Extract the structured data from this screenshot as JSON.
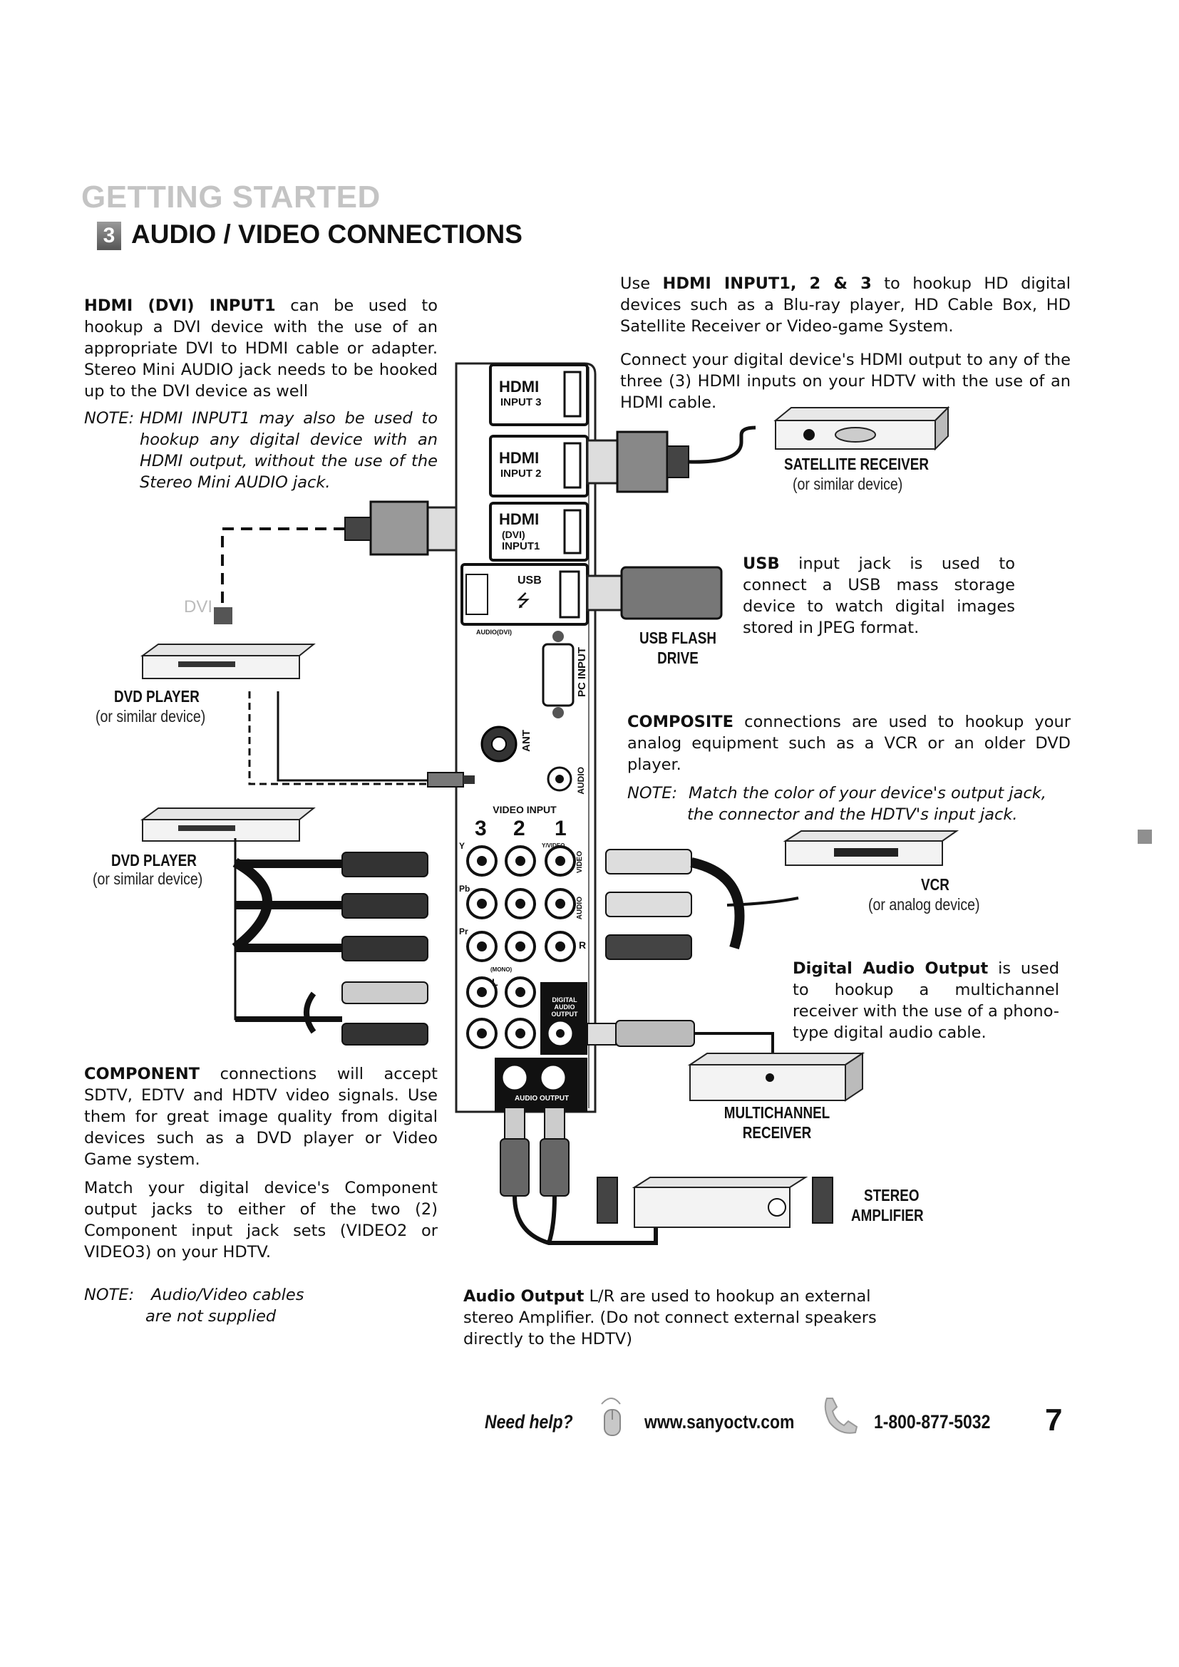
{
  "header": {
    "section": "GETTING STARTED",
    "step_number": "3",
    "title": "AUDIO / VIDEO CONNECTIONS"
  },
  "left": {
    "hdmi_dvi": {
      "lead": "HDMI (DVI) INPUT1",
      "text": " can be used to hookup a DVI device with the use of an appropriate DVI to HDMI cable or adapter. Stereo Mini AUDIO jack needs to be hooked up to the DVI device as well"
    },
    "note_label": "NOTE:",
    "note_text": "HDMI INPUT1 may also be used to hookup any digital device with an HDMI output, without the use of the Stereo Mini AUDIO jack.",
    "dvi_label": "DVI",
    "component": {
      "lead": "COMPONENT",
      "text": " connections will accept SDTV, EDTV and HDTV video signals. Use them for great image quality from digital devices such as a DVD player or Video Game system.",
      "text2": "Match your digital device's Component output jacks to either of the two (2) Component input jack sets (VIDEO2 or VIDEO3) on your HDTV."
    },
    "cables_note_label": "NOTE:",
    "cables_note_line1": "Audio/Video cables",
    "cables_note_line2": "are not supplied"
  },
  "right": {
    "hdmi_inputs": {
      "pre": "Use ",
      "lead": "HDMI INPUT1, 2 & 3",
      "text": " to hookup HD digital devices such as a Blu-ray player, HD Cable Box, HD Satellite Receiver or Video-game System."
    },
    "hdmi_connect": "Connect your digital device's HDMI output to any of the three (3) HDMI inputs on your HDTV with the use of an HDMI cable.",
    "usb": {
      "lead": "USB",
      "text": " input jack is used to connect a USB mass storage device to watch digital images stored in JPEG format."
    },
    "composite": {
      "lead": "COMPOSITE",
      "text": " connections are used to hookup your analog equipment such as a VCR or an older DVD player."
    },
    "composite_note_label": "NOTE:",
    "composite_note_line1": "Match the color of your device's output jack,",
    "composite_note_line2": "the connector and the HDTV's input jack.",
    "digital_audio": {
      "lead": "Digital Audio Output",
      "text": " is used to hookup a multichannel receiver with the use of a phono-type digital audio cable."
    },
    "audio_output": {
      "lead": "Audio Output",
      "text": " L/R are used to hookup an external stereo Amplifier. (Do not connect external speakers directly to the HDTV)"
    }
  },
  "devices": {
    "satellite_name": "SATELLITE RECEIVER",
    "satellite_sub": "(or similar device)",
    "usb_drive_line1": "USB FLASH",
    "usb_drive_line2": "DRIVE",
    "dvd1_name": "DVD PLAYER",
    "dvd1_sub": "(or similar device)",
    "dvd2_name": "DVD PLAYER",
    "dvd2_sub": "(or similar device)",
    "vcr_name": "VCR",
    "vcr_sub": "(or analog device)",
    "multichannel_line1": "MULTICHANNEL",
    "multichannel_line2": "RECEIVER",
    "amp_line1": "STEREO",
    "amp_line2": "AMPLIFIER"
  },
  "panel": {
    "hdmi3_logo": "HDMI",
    "hdmi3_label": "INPUT 3",
    "hdmi2_logo": "HDMI",
    "hdmi2_label": "INPUT 2",
    "hdmi1_logo": "HDMI",
    "hdmi1_dvi": "(DVI)",
    "hdmi1_label": "INPUT1",
    "usb_label": "USB",
    "audio_dvi": "AUDIO(DVI)",
    "pc_input": "PC INPUT",
    "ant": "ANT",
    "audio": "AUDIO",
    "video_input": "VIDEO INPUT",
    "col3": "3",
    "col2": "2",
    "col1": "1",
    "y": "Y",
    "y_video": "Y/VIDEO",
    "pb": "Pb",
    "pr": "Pr",
    "l": "L",
    "r": "R",
    "mono": "(MONO)",
    "video_side": "VIDEO",
    "audio_side": "AUDIO",
    "digital_audio_output": "DIGITAL AUDIO OUTPUT",
    "audio_output": "AUDIO OUTPUT"
  },
  "footer": {
    "help": "Need help?",
    "url": "www.sanyoctv.com",
    "phone": "1-800-877-5032",
    "page": "7"
  },
  "colors": {
    "section_gray": "#c4c4c4",
    "text": "#111111",
    "tab": "#8f8f8f"
  },
  "icons": [
    "mouse-icon",
    "phone-icon"
  ]
}
